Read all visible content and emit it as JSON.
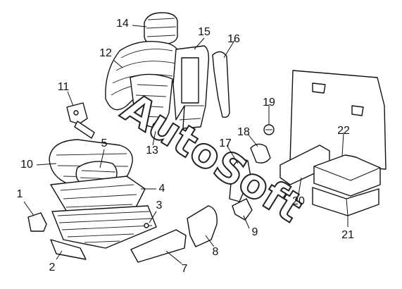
{
  "watermark": "AutoSoft",
  "callouts": [
    "1",
    "2",
    "3",
    "4",
    "5",
    "7",
    "8",
    "9",
    "10",
    "11",
    "12",
    "13",
    "14",
    "15",
    "16",
    "17",
    "18",
    "19",
    "20",
    "21",
    "22"
  ],
  "colors": {
    "line": "#111111",
    "background": "#ffffff"
  }
}
